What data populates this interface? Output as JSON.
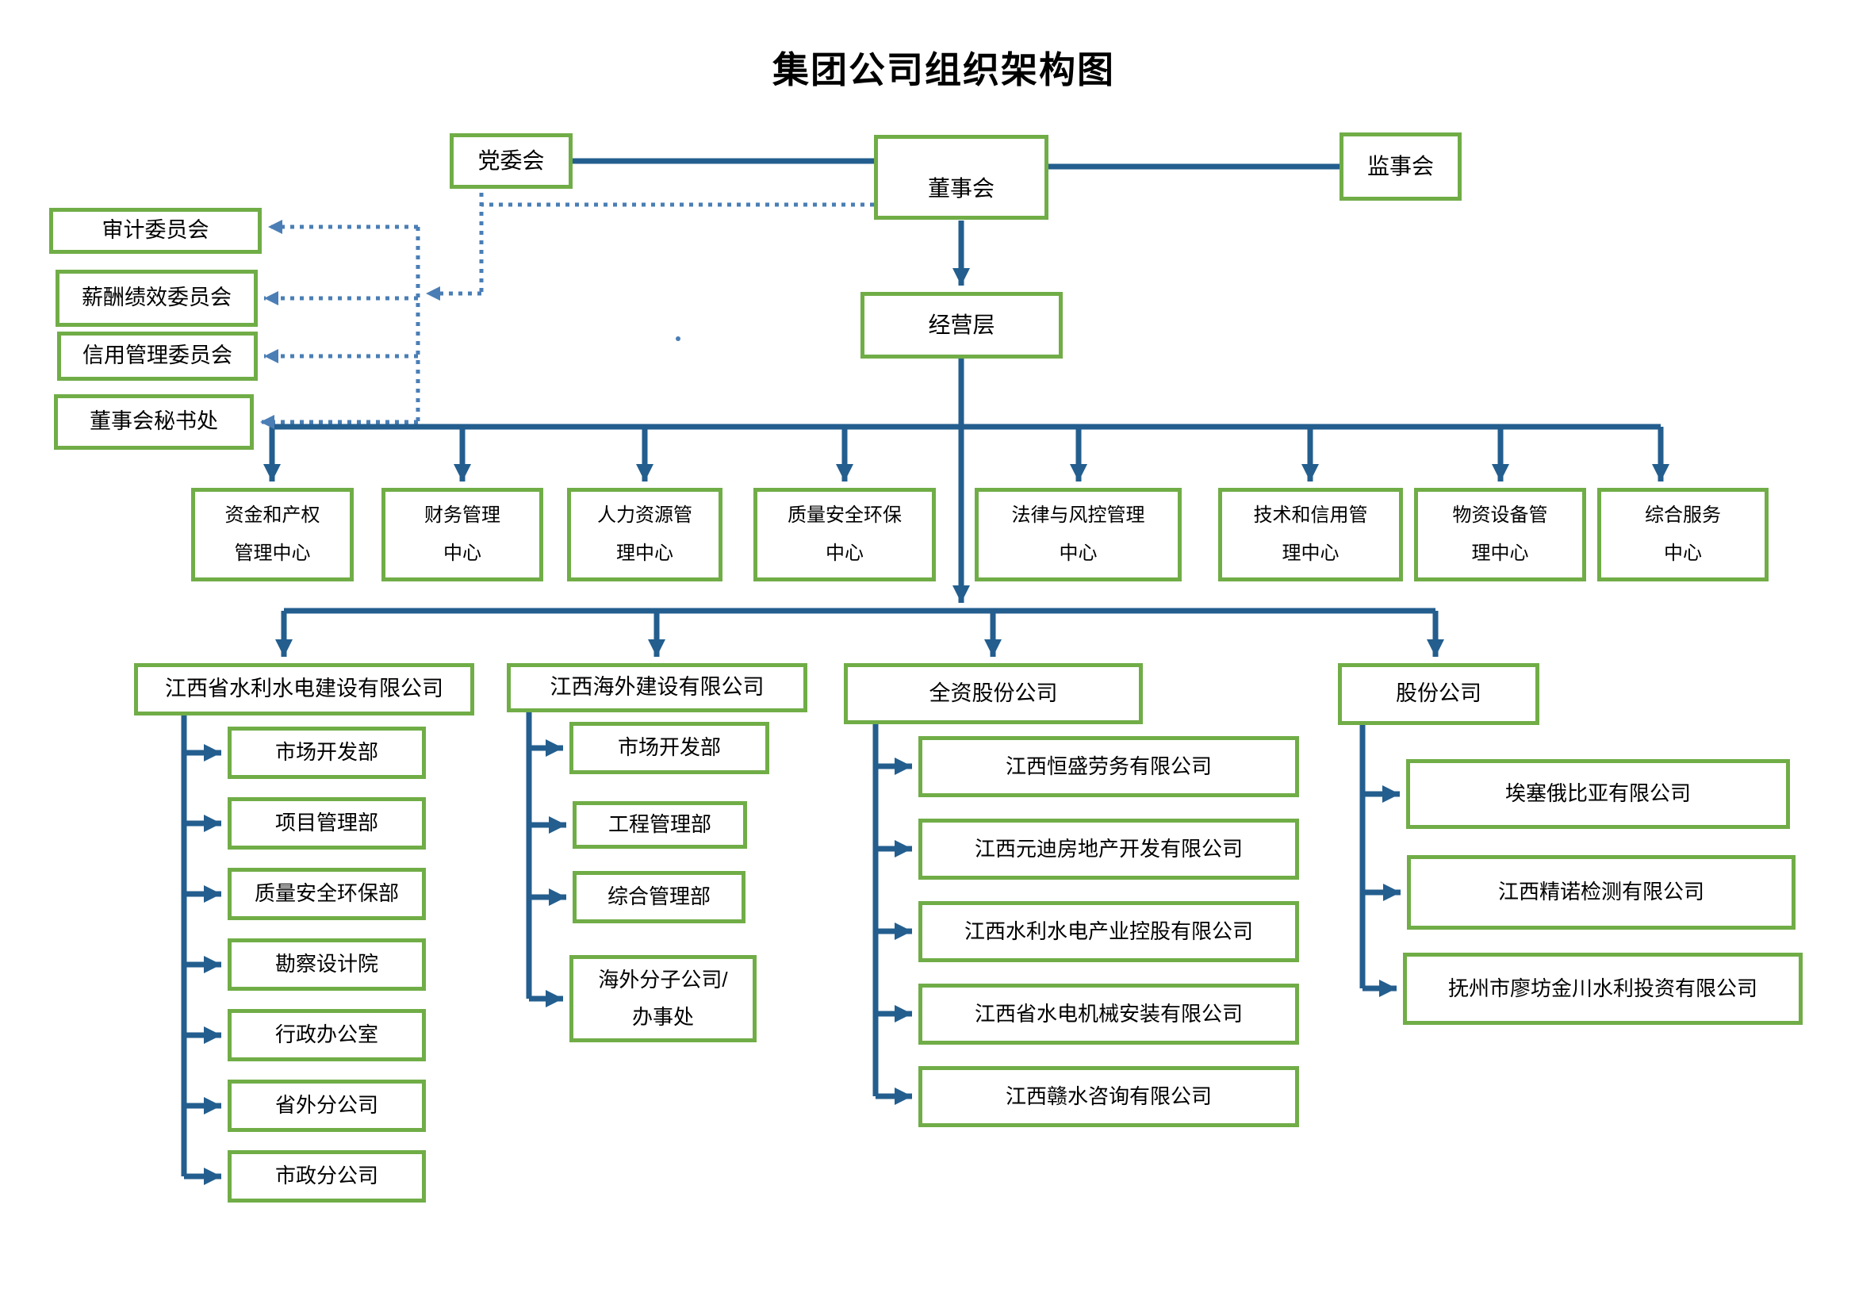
{
  "title": "集团公司组织架构图",
  "colors": {
    "box_border": "#70AD47",
    "connector": "#235E8E",
    "connector_dotted": "#4A7EB5",
    "text": "#000000",
    "background": "#FFFFFF"
  },
  "top_row": {
    "party_committee": "党委会",
    "board": "董事会",
    "supervisory_board": "监事会"
  },
  "management_layer": "经营层",
  "committees": [
    {
      "label": "审计委员会"
    },
    {
      "label": "薪酬绩效委员会"
    },
    {
      "label": "信用管理委员会"
    },
    {
      "label": "董事会秘书处"
    }
  ],
  "centers": [
    {
      "l1": "资金和产权",
      "l2": "管理中心"
    },
    {
      "l1": "财务管理",
      "l2": "中心"
    },
    {
      "l1": "人力资源管",
      "l2": "理中心"
    },
    {
      "l1": "质量安全环保",
      "l2": "中心"
    },
    {
      "l1": "法律与风控管理",
      "l2": "中心"
    },
    {
      "l1": "技术和信用管",
      "l2": "理中心"
    },
    {
      "l1": "物资设备管",
      "l2": "理中心"
    },
    {
      "l1": "综合服务",
      "l2": "中心"
    }
  ],
  "subsidiaries": [
    {
      "parent": "江西省水利水电建设有限公司",
      "children": [
        "市场开发部",
        "项目管理部",
        "质量安全环保部",
        "勘察设计院",
        "行政办公室",
        "省外分公司",
        "市政分公司"
      ]
    },
    {
      "parent": "江西海外建设有限公司",
      "children": [
        "市场开发部",
        "工程管理部",
        "综合管理部"
      ],
      "overseas_branch": {
        "l1": "海外分子公司/",
        "l2": "办事处"
      }
    },
    {
      "parent": "全资股份公司",
      "children": [
        "江西恒盛劳务有限公司",
        "江西元迪房地产开发有限公司",
        "江西水利水电产业控股有限公司",
        "江西省水电机械安装有限公司",
        "江西赣水咨询有限公司"
      ]
    },
    {
      "parent": "股份公司",
      "children": [
        "埃塞俄比亚有限公司",
        "江西精诺检测有限公司",
        "抚州市廖坊金川水利投资有限公司"
      ]
    }
  ]
}
